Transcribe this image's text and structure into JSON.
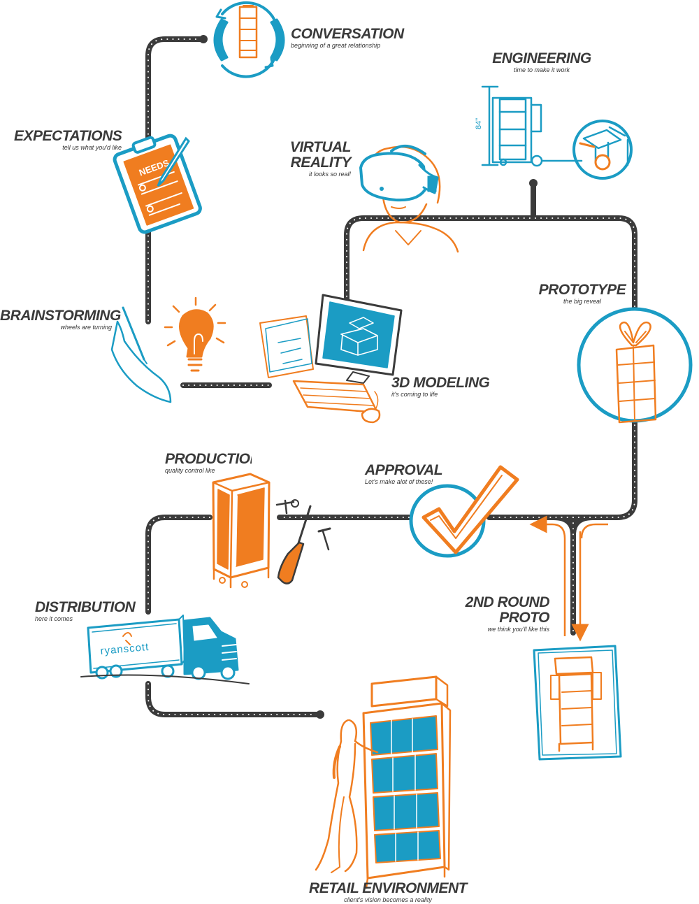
{
  "colors": {
    "track": "#3b3b3b",
    "blue": "#1b9cc4",
    "orange": "#f07d20",
    "ink": "#3a3a3a"
  },
  "steps": {
    "conversation": {
      "title": "CONVERSATION",
      "sub": "beginning of a great relationship",
      "icon": "phone-shelf-icon"
    },
    "expectations": {
      "title": "EXPECTATIONS",
      "sub": "tell us what you'd like",
      "icon": "clipboard-icon",
      "badge": "NEEDS"
    },
    "engineering": {
      "title": "ENGINEERING",
      "sub": "time to make it work",
      "icon": "blueprint-icon",
      "dimension": "84\""
    },
    "virtual": {
      "title": "VIRTUAL\nREALITY",
      "sub": "it looks so real!",
      "icon": "vr-headset-icon"
    },
    "brainstorming": {
      "title": "BRAINSTORMING",
      "sub": "wheels are turning",
      "icon": "lightbulb-icon"
    },
    "prototype": {
      "title": "PROTOTYPE",
      "sub": "the big reveal",
      "icon": "prototype-icon"
    },
    "modeling": {
      "title": "3D MODELING",
      "sub": "it's coming to life",
      "icon": "computer-icon"
    },
    "production": {
      "title": "PRODUCTION",
      "sub": "quality control like",
      "icon": "screwdriver-icon"
    },
    "approval": {
      "title": "APPROVAL",
      "sub": "Let's make alot of these!",
      "icon": "checkmark-icon"
    },
    "second": {
      "title": "2nd ROUND\nPROTO",
      "sub": "we think you'll like this",
      "icon": "proto-sheet-icon"
    },
    "distribution": {
      "title": "DISTRIBUTION",
      "sub": "here it comes",
      "icon": "truck-icon",
      "truck_text": "ryanscott"
    },
    "retail": {
      "title": "RETAIL ENVIRONMENT",
      "sub": "client's vision becomes a reality",
      "icon": "retail-display-icon"
    }
  }
}
